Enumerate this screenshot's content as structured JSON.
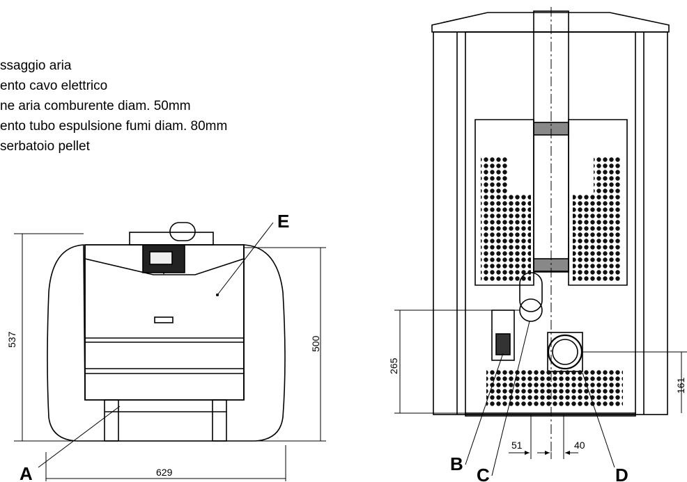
{
  "legend": {
    "items": [
      "ssaggio aria",
      "ento cavo elettrico",
      "ne aria comburente diam. 50mm",
      "ento tubo espulsione fumi diam. 80mm",
      "serbatoio pellet"
    ]
  },
  "callouts": {
    "a": "A",
    "b": "B",
    "c": "C",
    "d": "D",
    "e": "E"
  },
  "dimensions": {
    "height_total": "537",
    "height_body": "500",
    "width": "629",
    "rear_height": "265",
    "rear_right_height": "161",
    "offset_left": "51",
    "offset_right": "40"
  }
}
